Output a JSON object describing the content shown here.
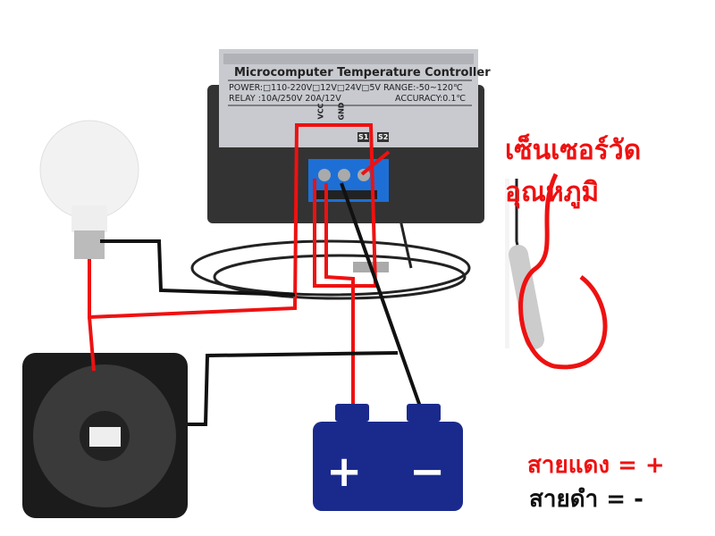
{
  "controller": {
    "title": "Microcomputer Temperature Controller",
    "power_line": "POWER:□110-220V□12V□24V□5V RANGE:-50~120℃",
    "relay_line": "RELAY :10A/250V  20A/12V",
    "accuracy": "ACCURACY:0.1℃",
    "terminals": [
      "VCC",
      "GND",
      "S1",
      "S2"
    ]
  },
  "sensor_label": "เซ็นเซอร์วัดอุณหภูมิ",
  "legend": {
    "red": "สายแดง = +",
    "black": "สายดำ = -"
  },
  "battery": {
    "plus": "+",
    "minus": "−"
  },
  "colors": {
    "red_wire": "#ee1111",
    "black_wire": "#111111",
    "battery": "#1a2a8c",
    "label_red": "#ee1111"
  }
}
